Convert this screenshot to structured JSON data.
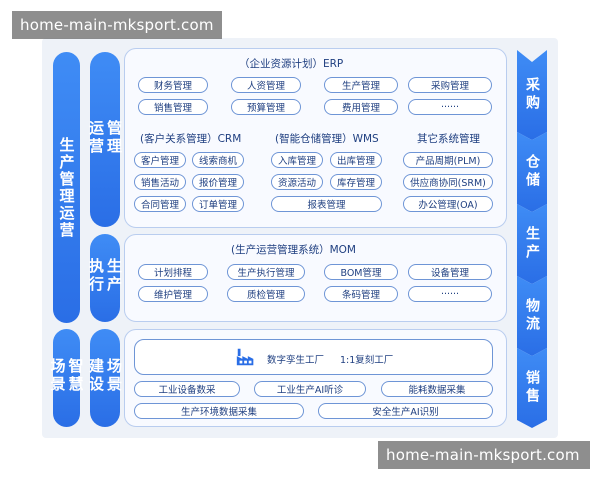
{
  "watermark": {
    "top": "home-main-mksport.com",
    "bottom": "home-main-mksport.com"
  },
  "left_labels": {
    "production_ops": "生产管理运营",
    "smart_scene": "智慧场景"
  },
  "sections": {
    "management": {
      "label": "管理运营",
      "erp": {
        "title": "（企业资源计划）ERP",
        "items": [
          "财务管理",
          "人资管理",
          "生产管理",
          "采购管理",
          "销售管理",
          "预算管理",
          "费用管理",
          "······"
        ]
      },
      "crm": {
        "title": "(客户关系管理）CRM",
        "items": [
          "客户管理",
          "线索商机",
          "销售活动",
          "报价管理",
          "合同管理",
          "订单管理"
        ]
      },
      "wms": {
        "title": "(智能仓储管理）WMS",
        "items": [
          "入库管理",
          "出库管理",
          "资源活动",
          "库存管理",
          "报表管理"
        ]
      },
      "other": {
        "title": "其它系统管理",
        "items": [
          "产品周期(PLM)",
          "供应商协同(SRM)",
          "办公管理(OA)"
        ]
      }
    },
    "production": {
      "label": "生产执行",
      "mom": {
        "title": "(生产运营管理系统）MOM",
        "items": [
          "计划排程",
          "生产执行管理",
          "BOM管理",
          "设备管理",
          "维护管理",
          "质检管理",
          "条码管理",
          "······"
        ]
      }
    },
    "scene": {
      "label": "场景建设",
      "highlight": {
        "icon": "factory-icon",
        "text1": "数字孪生工厂",
        "text2": "1:1复刻工厂"
      },
      "items": [
        "工业设备数采",
        "工业生产AI听诊",
        "能耗数据采集",
        "生产环境数据采集",
        "安全生产AI识别"
      ]
    }
  },
  "flow_steps": [
    "采购",
    "仓储",
    "生产",
    "物流",
    "销售"
  ],
  "colors": {
    "accent": "#2a6ee6",
    "panel_border": "#b9cdef",
    "chip_border": "#6e95d6",
    "text": "#1f3f80",
    "background": "#eef2f8"
  }
}
